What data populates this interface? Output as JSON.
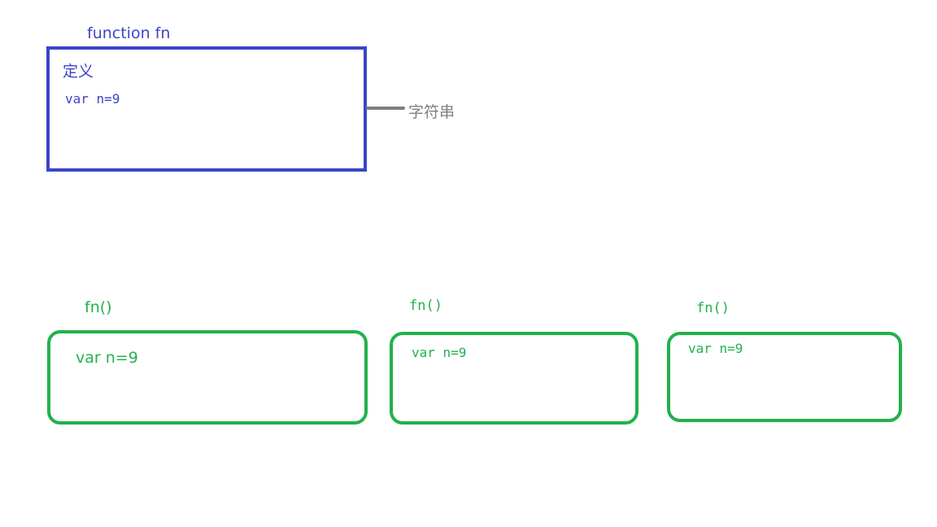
{
  "definition": {
    "title": "function fn",
    "label": "定义",
    "code": "var n=9"
  },
  "connector": {
    "label": "字符串"
  },
  "calls": [
    {
      "title": "fn()",
      "code": "var n=9"
    },
    {
      "title": "fn()",
      "code": "var n=9"
    },
    {
      "title": "fn()",
      "code": "var n=9"
    }
  ],
  "colors": {
    "definition": "#3b45c6",
    "calls": "#22b14c",
    "connector": "#7f7f7f"
  }
}
